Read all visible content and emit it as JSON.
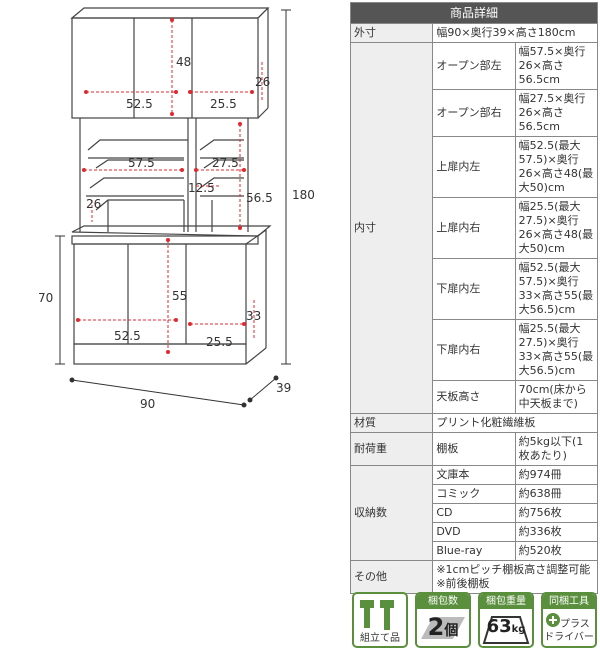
{
  "diagram": {
    "dimensions": {
      "total_height": "180",
      "counter_height": "70",
      "width": "90",
      "depth": "39",
      "upper_door_height": "48",
      "upper_depth": "26",
      "upper_left_width": "52.5",
      "upper_right_width": "25.5",
      "open_left_width": "57.5",
      "open_right_width": "27.5",
      "open_height": "56.5",
      "open_inner_height": "12.5",
      "open_depth": "26",
      "lower_door_height": "55",
      "lower_depth": "33",
      "lower_left_width": "52.5",
      "lower_right_width": "25.5"
    }
  },
  "spec": {
    "title": "商品詳細",
    "outer": {
      "label": "外寸",
      "value": "幅90×奥行39×高さ180cm"
    },
    "inner": {
      "label": "内寸",
      "rows": [
        {
          "label": "オープン部左",
          "value": "幅57.5×奥行26×高さ56.5cm"
        },
        {
          "label": "オープン部右",
          "value": "幅27.5×奥行26×高さ56.5cm"
        },
        {
          "label": "上扉内左",
          "value": "幅52.5(最大57.5)×奥行26×高さ48(最大50)cm"
        },
        {
          "label": "上扉内右",
          "value": "幅25.5(最大27.5)×奥行26×高さ48(最大50)cm"
        },
        {
          "label": "下扉内左",
          "value": "幅52.5(最大57.5)×奥行33×高さ55(最大56.5)cm"
        },
        {
          "label": "下扉内右",
          "value": "幅25.5(最大27.5)×奥行33×高さ55(最大56.5)cm"
        },
        {
          "label": "天板高さ",
          "value": "70cm(床から中天板まで)"
        }
      ]
    },
    "material": {
      "label": "材質",
      "value": "プリント化粧繊維板"
    },
    "load": {
      "label": "耐荷重",
      "sub": "棚板",
      "value": "約5kg以下(1枚あたり)"
    },
    "storage": {
      "label": "収納数",
      "rows": [
        {
          "label": "文庫本",
          "value": "約974冊"
        },
        {
          "label": "コミック",
          "value": "約638冊"
        },
        {
          "label": "CD",
          "value": "約756枚"
        },
        {
          "label": "DVD",
          "value": "約336枚"
        },
        {
          "label": "Blue-ray",
          "value": "約520枚"
        }
      ]
    },
    "other": {
      "label": "その他",
      "line1": "※1cmピッチ棚板高さ調整可能",
      "line2": "※前後棚板"
    }
  },
  "icons": {
    "assembly": {
      "label": "組立て品"
    },
    "packages": {
      "title": "梱包数",
      "number": "2",
      "unit": "個"
    },
    "weight": {
      "title": "梱包重量",
      "number": "63",
      "unit": "kg"
    },
    "tool": {
      "title": "同梱工具",
      "text1": "プラス",
      "text2": "ドライバー"
    }
  },
  "colors": {
    "dim_red": "#e0282e",
    "icon_green": "#5a8f3d",
    "header_gray": "#555555"
  }
}
